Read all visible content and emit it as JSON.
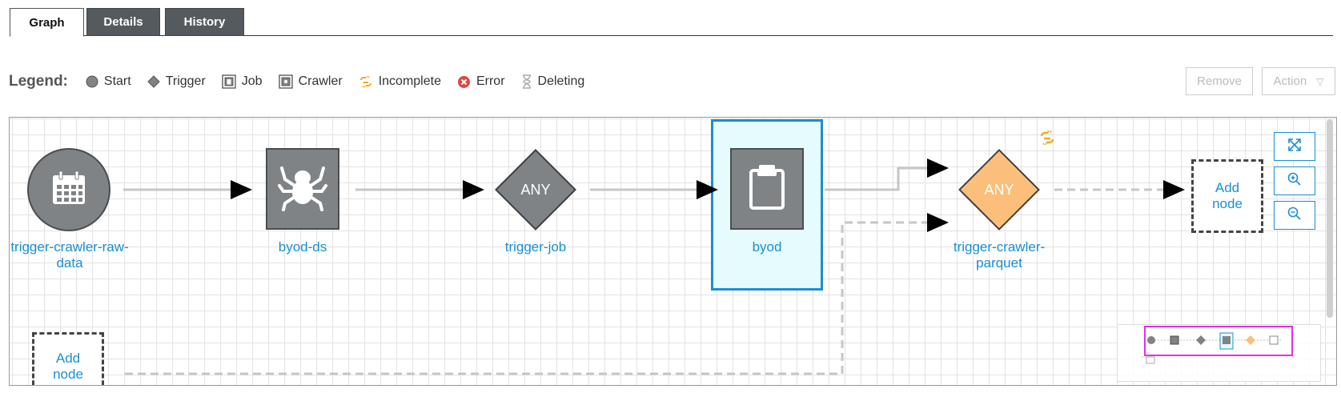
{
  "tabs": [
    {
      "label": "Graph",
      "active": true
    },
    {
      "label": "Details",
      "active": false
    },
    {
      "label": "History",
      "active": false
    }
  ],
  "legend": {
    "title": "Legend:",
    "items": [
      {
        "label": "Start",
        "icon": "circle-icon"
      },
      {
        "label": "Trigger",
        "icon": "diamond-icon"
      },
      {
        "label": "Job",
        "icon": "job-icon"
      },
      {
        "label": "Crawler",
        "icon": "crawler-icon"
      },
      {
        "label": "Incomplete",
        "icon": "broken-link-icon"
      },
      {
        "label": "Error",
        "icon": "error-icon"
      },
      {
        "label": "Deleting",
        "icon": "hourglass-icon"
      }
    ]
  },
  "toolbar": {
    "remove_label": "Remove",
    "action_label": "Action"
  },
  "graph": {
    "nodes": [
      {
        "label": "trigger-crawler-raw-data",
        "type": "start"
      },
      {
        "label": "byod-ds",
        "type": "crawler"
      },
      {
        "label": "trigger-job",
        "type": "trigger",
        "condition": "ANY"
      },
      {
        "label": "byod",
        "type": "job",
        "selected": true
      },
      {
        "label": "trigger-crawler-parquet",
        "type": "trigger",
        "condition": "ANY",
        "status": "incomplete"
      }
    ],
    "add_node_label": "Add node"
  },
  "colors": {
    "accent": "#1a8fd1",
    "node_gray": "#808386",
    "incomplete_orange": "#f5a623",
    "trigger_orange": "#fbbf7b",
    "selected_bg": "#e6fbfd",
    "minimap_border": "#e52ee5",
    "error_red": "#e0463f"
  }
}
